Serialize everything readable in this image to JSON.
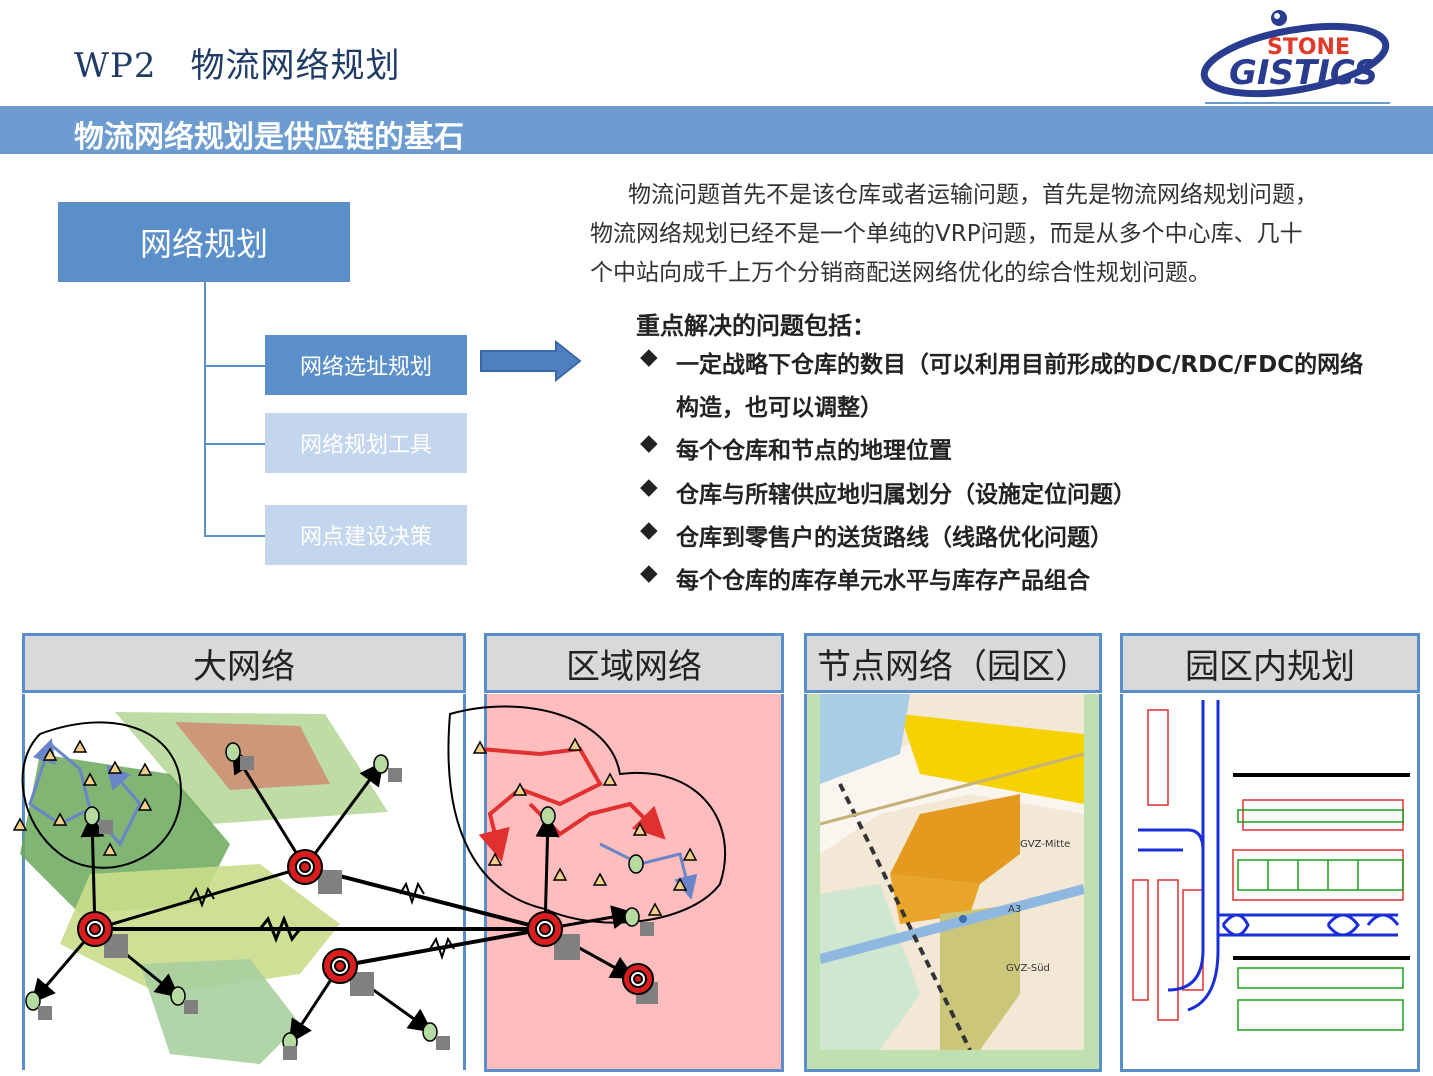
{
  "header": {
    "code": "WP2",
    "title": "物流网络规划",
    "logo_top": "STONE",
    "logo_bottom": "GISTICS"
  },
  "banner": {
    "title": "物流网络规划是供应链的基石"
  },
  "tree": {
    "root": "网络规划",
    "children": [
      {
        "label": "网络选址规划",
        "active": true
      },
      {
        "label": "网络规划工具",
        "active": false
      },
      {
        "label": "网点建设决策",
        "active": false
      }
    ]
  },
  "intro": {
    "line1": "物流问题首先不是该仓库或者运输问题，首先是物流网络规划问题，",
    "line2": "物流网络规划已经不是一个单纯的VRP问题，而是从多个中心库、几十",
    "line3": "个中站向成千上万个分销商配送网络优化的综合性规划问题。"
  },
  "issues": {
    "heading": "重点解决的问题包括：",
    "bullet_symbol": "◆",
    "items": [
      "一定战略下仓库的数目（可以利用目前形成的DC/RDC/FDC的网络构造，也可以调整）",
      "每个仓库和节点的地理位置",
      "仓库与所辖供应地归属划分（设施定位问题）",
      "仓库到零售户的送货路线（线路优化问题）",
      "每个仓库的库存单元水平与库存产品组合"
    ]
  },
  "panels": [
    {
      "title": "大网络"
    },
    {
      "title": "区域网络"
    },
    {
      "title": "节点网络（园区）"
    },
    {
      "title": "园区内规划"
    }
  ],
  "map_labels": {
    "gvz_mitte": "GVZ-Mitte",
    "gvz_sud": "GVZ-Süd",
    "a3": "A3"
  },
  "colors": {
    "banner": "#6c9cd0",
    "box_active": "#5b8fc9",
    "box_inactive": "#c3d6ee",
    "region_bg": "#ffbdbd",
    "route_red": "#e03030",
    "route_blue": "#6a85c8"
  }
}
